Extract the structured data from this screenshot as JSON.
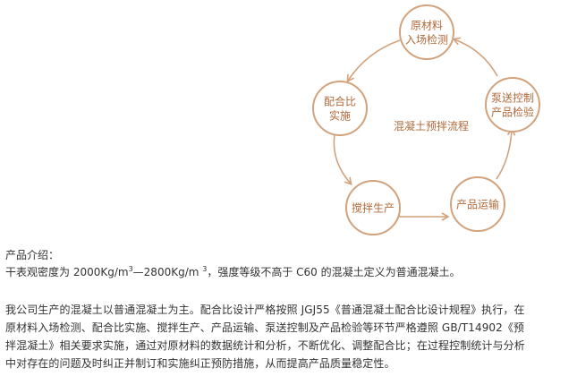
{
  "diagram": {
    "center_label": "混凝土预拌流程",
    "nodes": [
      {
        "id": "raw",
        "lines": [
          "原材料",
          "入场检测"
        ]
      },
      {
        "id": "mix",
        "lines": [
          "配合比",
          "实施"
        ]
      },
      {
        "id": "pump",
        "lines": [
          "泵送控制",
          "产品检验"
        ]
      },
      {
        "id": "produce",
        "lines": [
          "搅拌生产"
        ]
      },
      {
        "id": "transport",
        "lines": [
          "产品运输"
        ]
      }
    ]
  },
  "product": {
    "intro_title": "产品介绍：",
    "intro_line_a": "干表观密度为 2000Kg/m",
    "intro_sup_a": "3",
    "intro_line_b": "—2800Kg/m ",
    "intro_sup_b": "3",
    "intro_line_c": "，强度等级不高于 C60 的混凝土定义为普通混凝土。",
    "desc_lines": [
      "我公司生产的混凝土以普通混凝土为主。配合比设计严格按照 JGJ55《普通混凝土配合比设计规程》执行，在",
      "原材料入场检测、配合比实施、搅拌生产、产品运输、泵送控制及产品检验等环节严格遵照 GB/T14902《预",
      "拌混凝土》相关要求实施，通过对原材料的数据统计和分析，不断优化、调整配合比；在过程控制统计与分析",
      "中对存在的问题及时纠正并制订和实施纠正预防措施，从而提高产品质量稳定性。"
    ]
  }
}
